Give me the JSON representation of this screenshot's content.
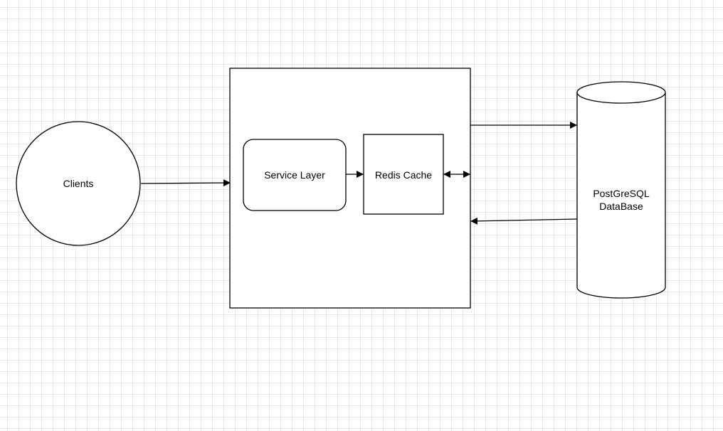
{
  "diagram": {
    "nodes": {
      "clients": {
        "label": "Clients",
        "shape": "circle"
      },
      "backend": {
        "label": "",
        "shape": "rectangle"
      },
      "service_layer": {
        "label": "Service Layer",
        "shape": "rounded-rectangle"
      },
      "redis_cache": {
        "label": "Redis Cache",
        "shape": "rectangle"
      },
      "database": {
        "label_line1": "PostGreSQL",
        "label_line2": "DataBase",
        "shape": "cylinder"
      }
    },
    "edges": [
      {
        "from": "clients",
        "to": "backend",
        "direction": "forward"
      },
      {
        "from": "service_layer",
        "to": "redis_cache",
        "direction": "forward"
      },
      {
        "from": "redis_cache",
        "to": "backend",
        "direction": "both"
      },
      {
        "from": "backend",
        "to": "database",
        "direction": "forward"
      },
      {
        "from": "database",
        "to": "backend",
        "direction": "forward"
      }
    ],
    "colors": {
      "stroke": "#000000",
      "fill": "#ffffff",
      "grid": "#e6e6e6"
    }
  }
}
